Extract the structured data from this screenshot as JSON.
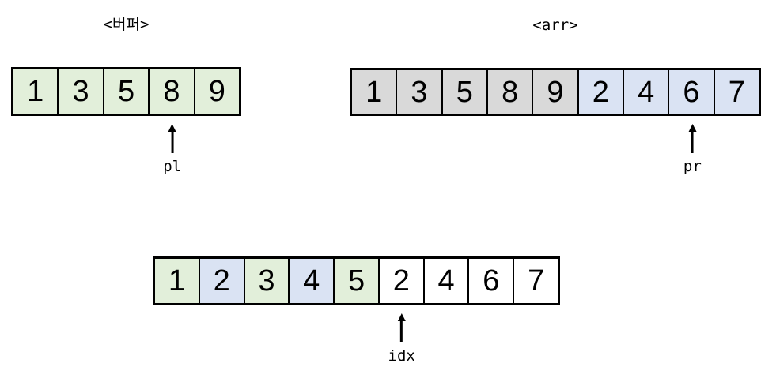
{
  "colors": {
    "background": "#ffffff",
    "border": "#000000",
    "text": "#000000",
    "green": "#e2efda",
    "blue": "#dae3f3",
    "gray": "#d9d9d9",
    "white": "#ffffff"
  },
  "arrays": {
    "buffer": {
      "label": "<버퍼>",
      "cells": [
        {
          "value": "1",
          "color": "green"
        },
        {
          "value": "3",
          "color": "green"
        },
        {
          "value": "5",
          "color": "green"
        },
        {
          "value": "8",
          "color": "green"
        },
        {
          "value": "9",
          "color": "green"
        }
      ],
      "pointer": {
        "label": "pl",
        "cell_index": 3
      }
    },
    "arr": {
      "label": "<arr>",
      "cells": [
        {
          "value": "1",
          "color": "gray"
        },
        {
          "value": "3",
          "color": "gray"
        },
        {
          "value": "5",
          "color": "gray"
        },
        {
          "value": "8",
          "color": "gray"
        },
        {
          "value": "9",
          "color": "gray"
        },
        {
          "value": "2",
          "color": "blue"
        },
        {
          "value": "4",
          "color": "blue"
        },
        {
          "value": "6",
          "color": "blue"
        },
        {
          "value": "7",
          "color": "blue"
        }
      ],
      "pointer": {
        "label": "pr",
        "cell_index": 7
      }
    },
    "merged": {
      "cells": [
        {
          "value": "1",
          "color": "green"
        },
        {
          "value": "2",
          "color": "blue"
        },
        {
          "value": "3",
          "color": "green"
        },
        {
          "value": "4",
          "color": "blue"
        },
        {
          "value": "5",
          "color": "green"
        },
        {
          "value": "2",
          "color": "white"
        },
        {
          "value": "4",
          "color": "white"
        },
        {
          "value": "6",
          "color": "white"
        },
        {
          "value": "7",
          "color": "white"
        }
      ],
      "pointer": {
        "label": "idx",
        "cell_index": 5
      }
    }
  }
}
